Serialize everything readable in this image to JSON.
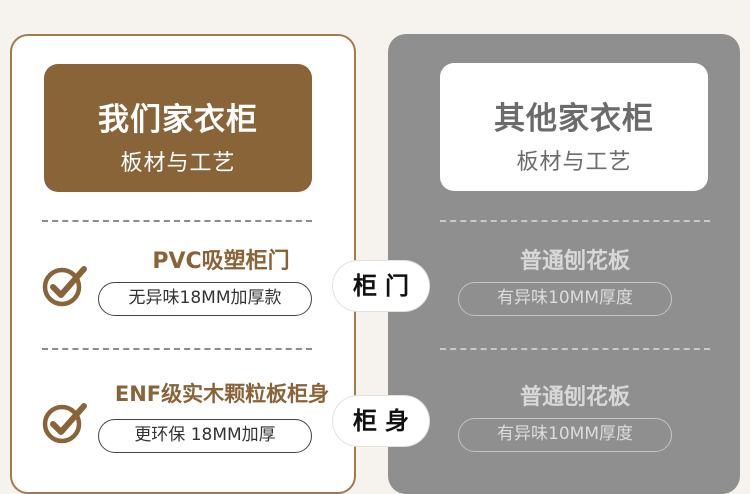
{
  "left": {
    "header": {
      "title": "我们家衣柜",
      "subtitle": "板材与工艺"
    },
    "rows": [
      {
        "feature": "PVC吸塑柜门",
        "detail": "无异味18MM加厚款"
      },
      {
        "feature": "ENF级实木颗粒板柜身",
        "detail": "更环保 18MM加厚"
      }
    ]
  },
  "right": {
    "header": {
      "title": "其他家衣柜",
      "subtitle": "板材与工艺"
    },
    "rows": [
      {
        "feature": "普通刨花板",
        "detail": "有异味10MM厚度"
      },
      {
        "feature": "普通刨花板",
        "detail": "有异味10MM厚度"
      }
    ]
  },
  "badges": [
    "柜门",
    "柜身"
  ],
  "colors": {
    "accent_brown": "#8a6439",
    "panel_gray": "#8f8f8f",
    "background": "#f6f2ed"
  },
  "icons": {
    "check": "check-circle-icon"
  }
}
